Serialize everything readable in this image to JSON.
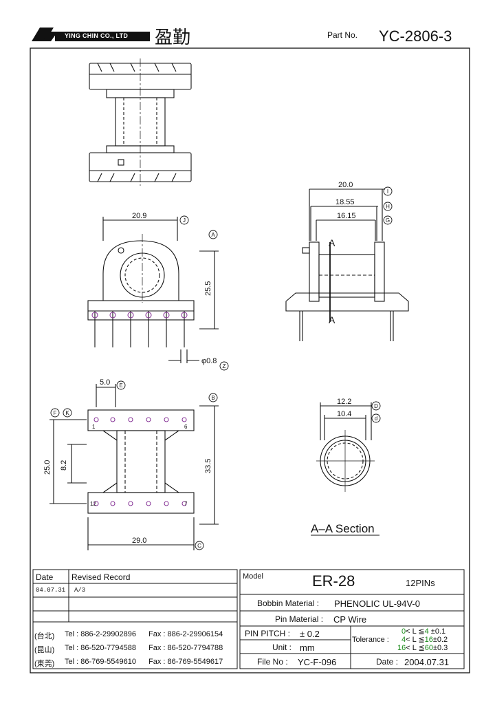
{
  "header": {
    "company_name": "YING CHIN CO., LTD",
    "company_cn": "盈勤",
    "part_no_label": "Part No.",
    "part_no": "YC-2806-3"
  },
  "drawing": {
    "dim_20_9": "20.9",
    "dim_25_5": "25.5",
    "dim_pin": "φ0.8",
    "dim_20_0": "20.0",
    "dim_18_55": "18.55",
    "dim_16_15": "16.15",
    "dim_5_0": "5.0",
    "dim_25_0": "25.0",
    "dim_8_2": "8.2",
    "dim_33_5": "33.5",
    "dim_29_0": "29.0",
    "dim_12_2": "12.2",
    "dim_10_4": "10.4",
    "section_label": "A",
    "section_title": "A–A  Section",
    "pin_1": "1",
    "pin_6": "6",
    "pin_7": "7",
    "pin_12": "12",
    "marker_J": "J",
    "marker_A": "A",
    "marker_Z": "Z",
    "marker_I": "I",
    "marker_H": "H",
    "marker_G": "G",
    "marker_E": "E",
    "marker_F": "F",
    "marker_K": "K",
    "marker_B": "B",
    "marker_C": "C",
    "marker_D": "D",
    "marker_d": "d"
  },
  "title_block": {
    "date_header": "Date",
    "revised_header": "Revised  Record",
    "revision_date": "04.07.31",
    "revision_record": "A/3",
    "contacts": [
      {
        "city": "(台北)",
        "tel": "Tel : 886-2-29902896",
        "fax": "Fax : 886-2-29906154"
      },
      {
        "city": "(昆山)",
        "tel": "Tel : 86-520-7794588",
        "fax": "Fax : 86-520-7794788"
      },
      {
        "city": "(東莞)",
        "tel": "Tel : 86-769-5549610",
        "fax": "Fax : 86-769-5549617"
      }
    ],
    "model_label": "Model",
    "model": "ER-28",
    "pins": "12PINs",
    "bobbin_label": "Bobbin  Material :",
    "bobbin_value": "PHENOLIC UL-94V-0",
    "pin_material_label": "Pin  Material :",
    "pin_material_value": "CP Wire",
    "pitch_label": "PIN  PITCH :",
    "pitch_value": "± 0.2",
    "unit_label": "Unit :",
    "unit_value": "mm",
    "file_label": "File  No :",
    "file_value": "YC-F-096",
    "tolerance_label": "Tolerance :",
    "tol_1_lo": "0",
    "tol_1_hi": "4",
    "tol_1_val": "±0.1",
    "tol_2_lo": "4",
    "tol_2_hi": "16",
    "tol_2_val": "±0.2",
    "tol_3_lo": "16",
    "tol_3_hi": "60",
    "tol_3_val": "±0.3",
    "tol_sep": "< L ≦",
    "date_label": "Date :",
    "date_value": "2004.07.31"
  },
  "colors": {
    "ink": "#111111",
    "tolerance_green": "#1a8a1a",
    "pin_purple": "#8a3a9a"
  }
}
